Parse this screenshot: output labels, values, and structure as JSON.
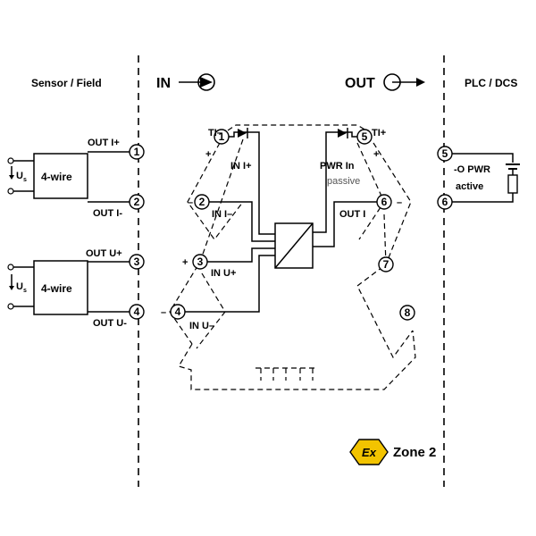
{
  "zones": {
    "left": "Sensor / Field",
    "in": "IN",
    "out": "OUT",
    "right": "PLC / DCS"
  },
  "sensors": [
    {
      "label": "4-wire",
      "us": "U",
      "us_sub": "s",
      "out_top": "OUT I+",
      "out_bottom": "OUT I-"
    },
    {
      "label": "4-wire",
      "us": "U",
      "us_sub": "s",
      "out_top": "OUT U+",
      "out_bottom": "OUT U-"
    }
  ],
  "terminals": {
    "t1": "1",
    "t2": "2",
    "t3": "3",
    "t4": "4",
    "t5": "5",
    "t6": "6",
    "t7": "7",
    "t8": "8",
    "plc5": "5",
    "plc6": "6"
  },
  "labels": {
    "ti_left": "TI–",
    "ti_right": "TI+",
    "in_i_plus": "IN I+",
    "in_i_minus": "IN I–",
    "in_u_plus": "IN U+",
    "in_u_minus": "IN U–",
    "pwr_in": "PWR In",
    "passive": "passive",
    "out_i": "OUT I",
    "plus": "+",
    "minus": "–",
    "pwr_active_1": "PWR",
    "pwr_active_2": "active",
    "pwr_prefix": "-O"
  },
  "badge": {
    "ex": "Ex",
    "zone": "Zone 2",
    "color": "#f2c300"
  }
}
